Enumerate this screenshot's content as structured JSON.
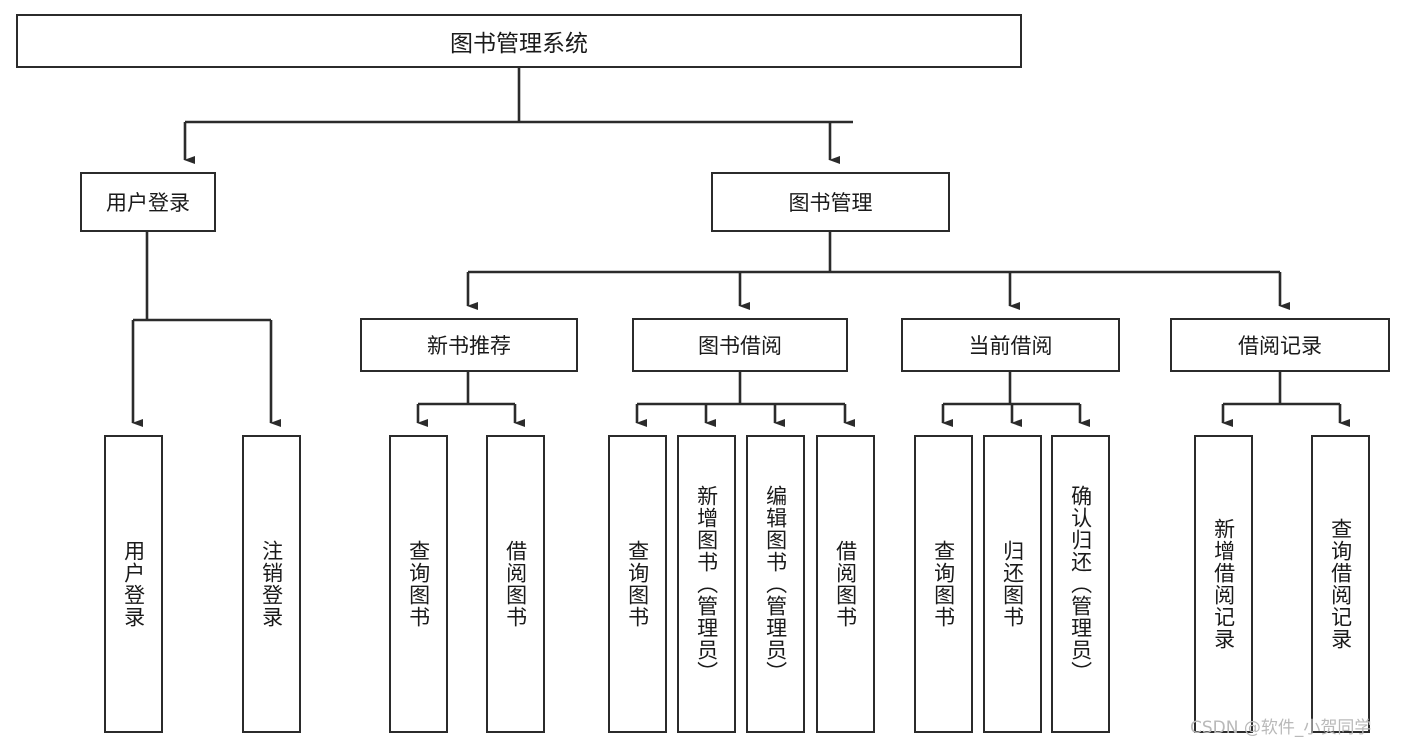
{
  "diagram": {
    "type": "tree-hierarchy",
    "title": "图书管理系统",
    "watermark": "CSDN @软件_小贺同学",
    "colors": {
      "box_border": "#2b2b2b",
      "box_fill": "#ffffff",
      "connector": "#2b2b2b",
      "text": "#1a1a1a",
      "watermark": "#b9b9b9"
    },
    "root": {
      "label": "图书管理系统"
    },
    "level1": [
      {
        "id": "user-login",
        "label": "用户登录"
      },
      {
        "id": "book-management",
        "label": "图书管理"
      }
    ],
    "level2": [
      {
        "id": "new-book-recommend",
        "label": "新书推荐",
        "parent": "book-management"
      },
      {
        "id": "book-borrow",
        "label": "图书借阅",
        "parent": "book-management"
      },
      {
        "id": "current-borrow",
        "label": "当前借阅",
        "parent": "book-management"
      },
      {
        "id": "borrow-record",
        "label": "借阅记录",
        "parent": "book-management"
      }
    ],
    "leaves": [
      {
        "id": "leaf-user-login",
        "label": "用户登录",
        "parent": "user-login"
      },
      {
        "id": "leaf-logout",
        "label": "注销登录",
        "parent": "user-login"
      },
      {
        "id": "leaf-query-book-1",
        "label": "查询图书",
        "parent": "new-book-recommend"
      },
      {
        "id": "leaf-borrow-book-1",
        "label": "借阅图书",
        "parent": "new-book-recommend"
      },
      {
        "id": "leaf-query-book-2",
        "label": "查询图书",
        "parent": "book-borrow"
      },
      {
        "id": "leaf-add-book",
        "label": "新增图书（管理员）",
        "parent": "book-borrow"
      },
      {
        "id": "leaf-edit-book",
        "label": "编辑图书（管理员）",
        "parent": "book-borrow"
      },
      {
        "id": "leaf-borrow-book-2",
        "label": "借阅图书",
        "parent": "book-borrow"
      },
      {
        "id": "leaf-query-book-3",
        "label": "查询图书",
        "parent": "current-borrow"
      },
      {
        "id": "leaf-return-book",
        "label": "归还图书",
        "parent": "current-borrow"
      },
      {
        "id": "leaf-confirm-return",
        "label": "确认归还（管理员）",
        "parent": "current-borrow"
      },
      {
        "id": "leaf-add-record",
        "label": "新增借阅记录",
        "parent": "borrow-record"
      },
      {
        "id": "leaf-query-record",
        "label": "查询借阅记录",
        "parent": "borrow-record"
      }
    ]
  }
}
